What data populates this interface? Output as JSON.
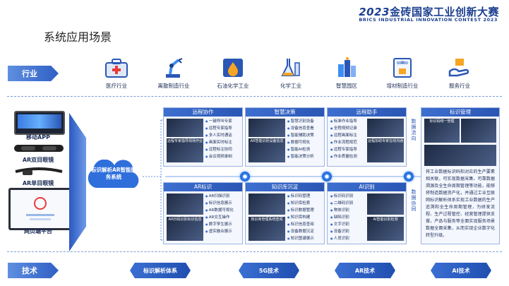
{
  "header": {
    "logo_year": "2023",
    "logo_title": "金砖国家工业创新大赛",
    "logo_subtitle": "BRICS INDUSTRIAL INNOVATION CONTEST 2023",
    "page_title": "系统应用场景"
  },
  "rows": {
    "industry_label": "行业",
    "tech_label": "技术"
  },
  "industries": [
    {
      "label": "医疗行业",
      "icon": "medical-kit-icon"
    },
    {
      "label": "离散制造行业",
      "icon": "robot-arm-icon"
    },
    {
      "label": "石油化学工业",
      "icon": "oil-drop-icon"
    },
    {
      "label": "化学工业",
      "icon": "lab-flask-icon"
    },
    {
      "label": "智慧园区",
      "icon": "smart-park-icon"
    },
    {
      "label": "增材制造行业",
      "icon": "3d-printer-icon"
    },
    {
      "label": "服务行业",
      "icon": "service-hand-icon"
    }
  ],
  "devices": [
    {
      "label": "移动APP"
    },
    {
      "label": "AR双目眼镜"
    },
    {
      "label": "AR单目眼镜"
    },
    {
      "label": "网页端平台"
    }
  ],
  "cloud": {
    "label": "标识解析AR智能服务系统"
  },
  "panels": {
    "remote": {
      "title": "远程协作",
      "caption": "远程专家指导现场作业",
      "items": [
        "一键呼叫专家",
        "远程专家指导",
        "多人实时通话",
        "画面实时标注",
        "远程标注协同",
        "会议视频录制"
      ]
    },
    "smart": {
      "title": "智慧决策",
      "caption": "AR智能识别设备信息",
      "items": [
        "智慧识别设备",
        "设备信息查看",
        "智能辅助决策",
        "数据可视化",
        "智能AI检测",
        "智能决策分析"
      ]
    },
    "remote_help": {
      "title": "远程助手",
      "caption": "远程协助专家在线沟通",
      "items": [
        "标准作业指导",
        "全程视频记录",
        "远程画面标注",
        "作业流程规范",
        "远程专家指导",
        "作业质量检测"
      ]
    },
    "ar_id": {
      "title": "AR标识",
      "caption": "AR扫码识别标识信息",
      "items": [
        "AR扫描识别",
        "标识信息展示",
        "AR数据可视化",
        "AR交互操作",
        "数字孪生展示",
        "虚实融合展示"
      ]
    },
    "knowledge": {
      "title": "知识库沉淀",
      "caption": "知识库管理系统查阅",
      "items": [
        "标识码管理",
        "知识库检索",
        "标识数据管理",
        "知识库构建",
        "标识信息查阅",
        "设备数据沉淀",
        "知识图谱展示"
      ]
    },
    "ai": {
      "title": "AI识别",
      "caption": "AI智能识别检测",
      "items": [
        "标识码识别",
        "二维码识别",
        "物体识别",
        "缺陷识别",
        "文字识别",
        "设备识别",
        "人员识别"
      ]
    },
    "id_mgmt": {
      "title": "标识管理",
      "caption": "标识码统一管理",
      "description": "将工业数据标识码和对应的生产要素相关联，可实现数据采集、可靠数据溯源及全生命周期管理等功能，能够将制造数据资产化，并通过工业互联网标识解析体系实现工业数据的生产追溯和全生命周期管理，为研发流程、生产过程管控、经营管理提供支撑，产品与服务等全面实现服务场景数据全面采集，从而实现企业数字化转型升级。"
    }
  },
  "vertical_labels": {
    "left": "数据流向",
    "right": "数据协同"
  },
  "techs": [
    {
      "label": "标识解析体系"
    },
    {
      "label": "5G技术"
    },
    {
      "label": "AR技术"
    },
    {
      "label": "AI技术"
    }
  ]
}
